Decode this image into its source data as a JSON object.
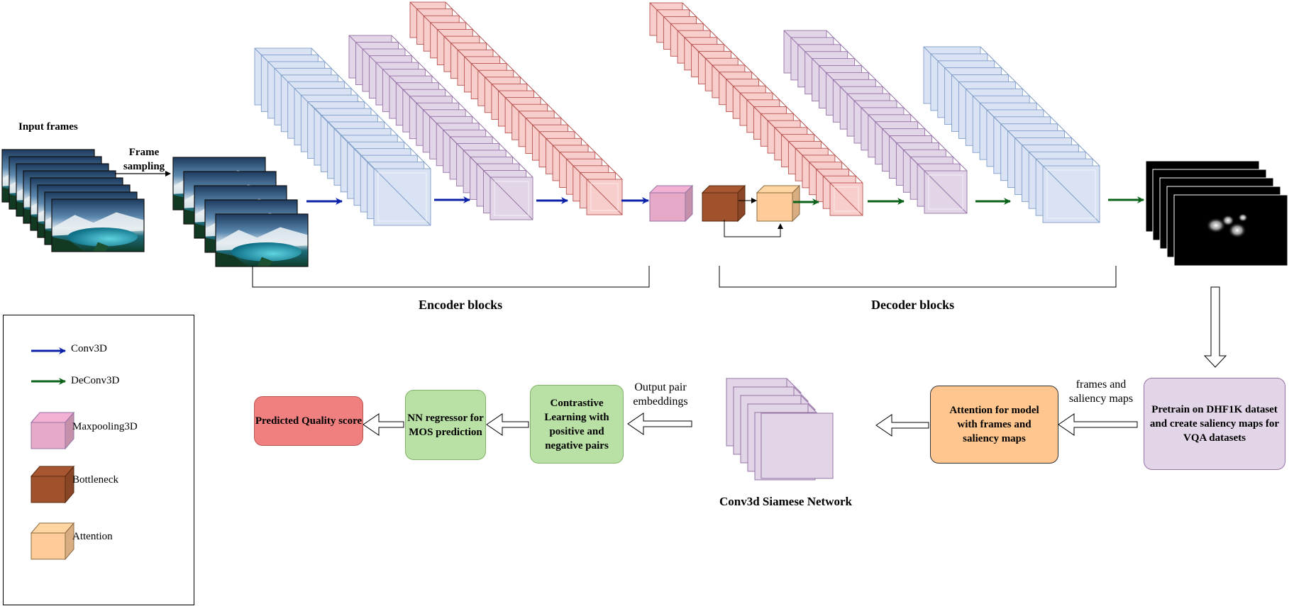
{
  "colors": {
    "blue_face": "#dae3f3",
    "blue_edge": "#7f9dc9",
    "purple_face": "#e1d5e7",
    "purple_edge": "#9673a6",
    "red_face": "#f8cecc",
    "red_edge": "#b85450",
    "pink_face": "#e6a9c8",
    "bottleneck": "#a0522d",
    "attention": "#ffcc99",
    "conv_arrow": "#0c22a8",
    "deconv_arrow": "#0b6218",
    "predicted_fill": "#f08080",
    "green_fill": "#b9e0a5",
    "orange_fill": "#ffc68f",
    "pretrain_fill": "#e1d5e7"
  },
  "labels": {
    "input_frames": "Input frames",
    "frame_sampling": "Frame sampling",
    "encoder_blocks": "Encoder blocks",
    "decoder_blocks": "Decoder blocks",
    "siamese": "Conv3d Siamese Network",
    "output_pair": "Output pair embeddings",
    "frames_saliency": "frames and saliency maps"
  },
  "boxes": {
    "predicted": "Predicted Quality score",
    "nn_regressor": "NN regressor for MOS prediction",
    "contrastive": "Contrastive Learning with positive and negative pairs",
    "attention_model": "Attention for model with frames and saliency maps",
    "pretrain": "Pretrain on DHF1K dataset and create saliency maps for VQA datasets"
  },
  "legend": {
    "conv3d": "Conv3D",
    "deconv3d": "DeConv3D",
    "maxpool": "Maxpooling3D",
    "bottleneck": "Bottleneck",
    "attention": "Attention"
  }
}
